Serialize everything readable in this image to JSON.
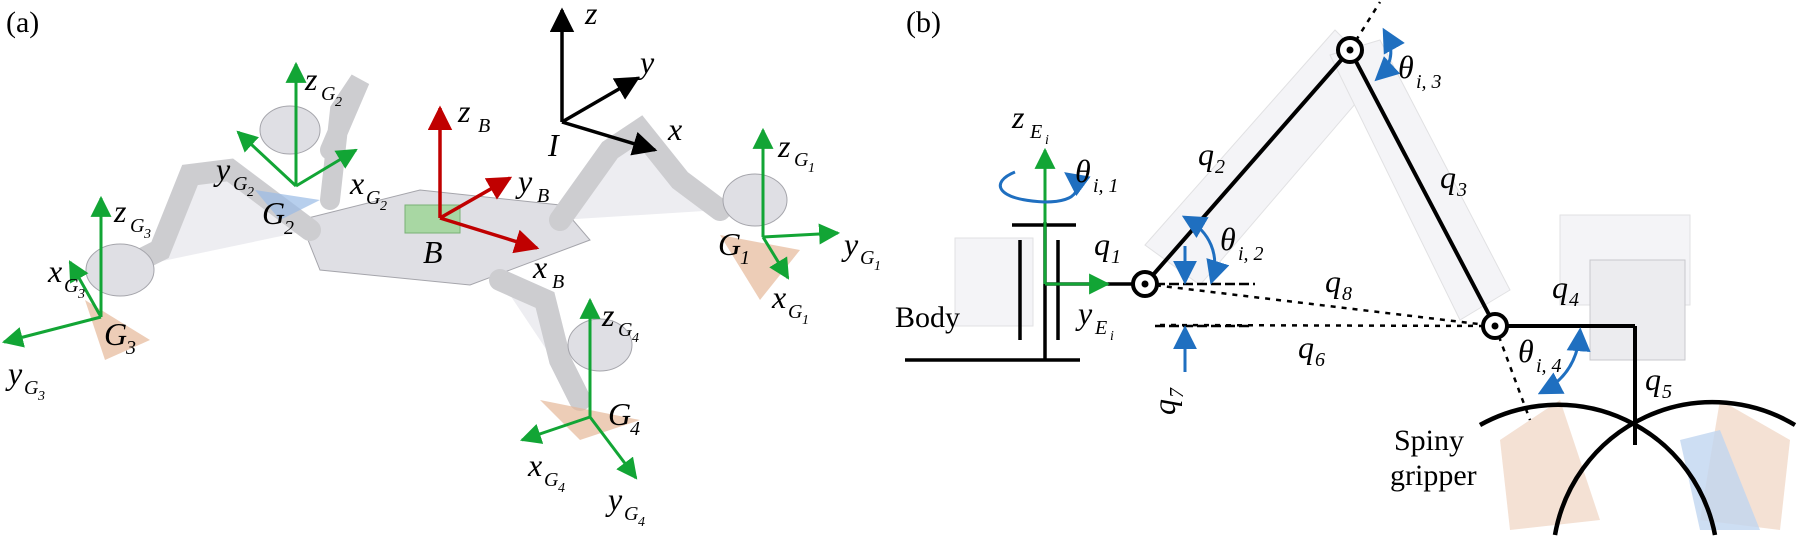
{
  "panels": {
    "a": {
      "label": "(a)",
      "inertial": {
        "origin": "I",
        "x": "x",
        "y": "y",
        "z": "z"
      },
      "body": {
        "origin": "B",
        "x": "x",
        "x_sub": "B",
        "y": "y",
        "y_sub": "B",
        "z": "z",
        "z_sub": "B"
      },
      "grippers": [
        {
          "origin": "G",
          "origin_sub": "1",
          "x": "x",
          "y": "y",
          "z": "z",
          "sub": "G",
          "subsub": "1"
        },
        {
          "origin": "G",
          "origin_sub": "2",
          "x": "x",
          "y": "y",
          "z": "z",
          "sub": "G",
          "subsub": "2"
        },
        {
          "origin": "G",
          "origin_sub": "3",
          "x": "x",
          "y": "y",
          "z": "z",
          "sub": "G",
          "subsub": "3"
        },
        {
          "origin": "G",
          "origin_sub": "4",
          "x": "x",
          "y": "y",
          "z": "z",
          "sub": "G",
          "subsub": "4"
        }
      ]
    },
    "b": {
      "label": "(b)",
      "body_label": "Body",
      "gripper_label_line1": "Spiny",
      "gripper_label_line2": "gripper",
      "end_frame": {
        "z": "z",
        "y": "y",
        "sub": "E",
        "subsub": "i"
      },
      "links": {
        "q1": {
          "sym": "q",
          "sub": "1"
        },
        "q2": {
          "sym": "q",
          "sub": "2"
        },
        "q3": {
          "sym": "q",
          "sub": "3"
        },
        "q4": {
          "sym": "q",
          "sub": "4"
        },
        "q5": {
          "sym": "q",
          "sub": "5"
        },
        "q6": {
          "sym": "q",
          "sub": "6"
        },
        "q7": {
          "sym": "q",
          "sub": "7"
        },
        "q8": {
          "sym": "q",
          "sub": "8"
        }
      },
      "angles": [
        {
          "sym": "θ",
          "sub": "i, 1"
        },
        {
          "sym": "θ",
          "sub": "i, 2"
        },
        {
          "sym": "θ",
          "sub": "i, 3"
        },
        {
          "sym": "θ",
          "sub": "i, 4"
        }
      ]
    }
  },
  "colors": {
    "inertial": "#000000",
    "body_frame": "#c00000",
    "gripper_frame": "#12a535",
    "angle_arrow": "#1f6fc0",
    "mechanism": "#d8d8de"
  }
}
